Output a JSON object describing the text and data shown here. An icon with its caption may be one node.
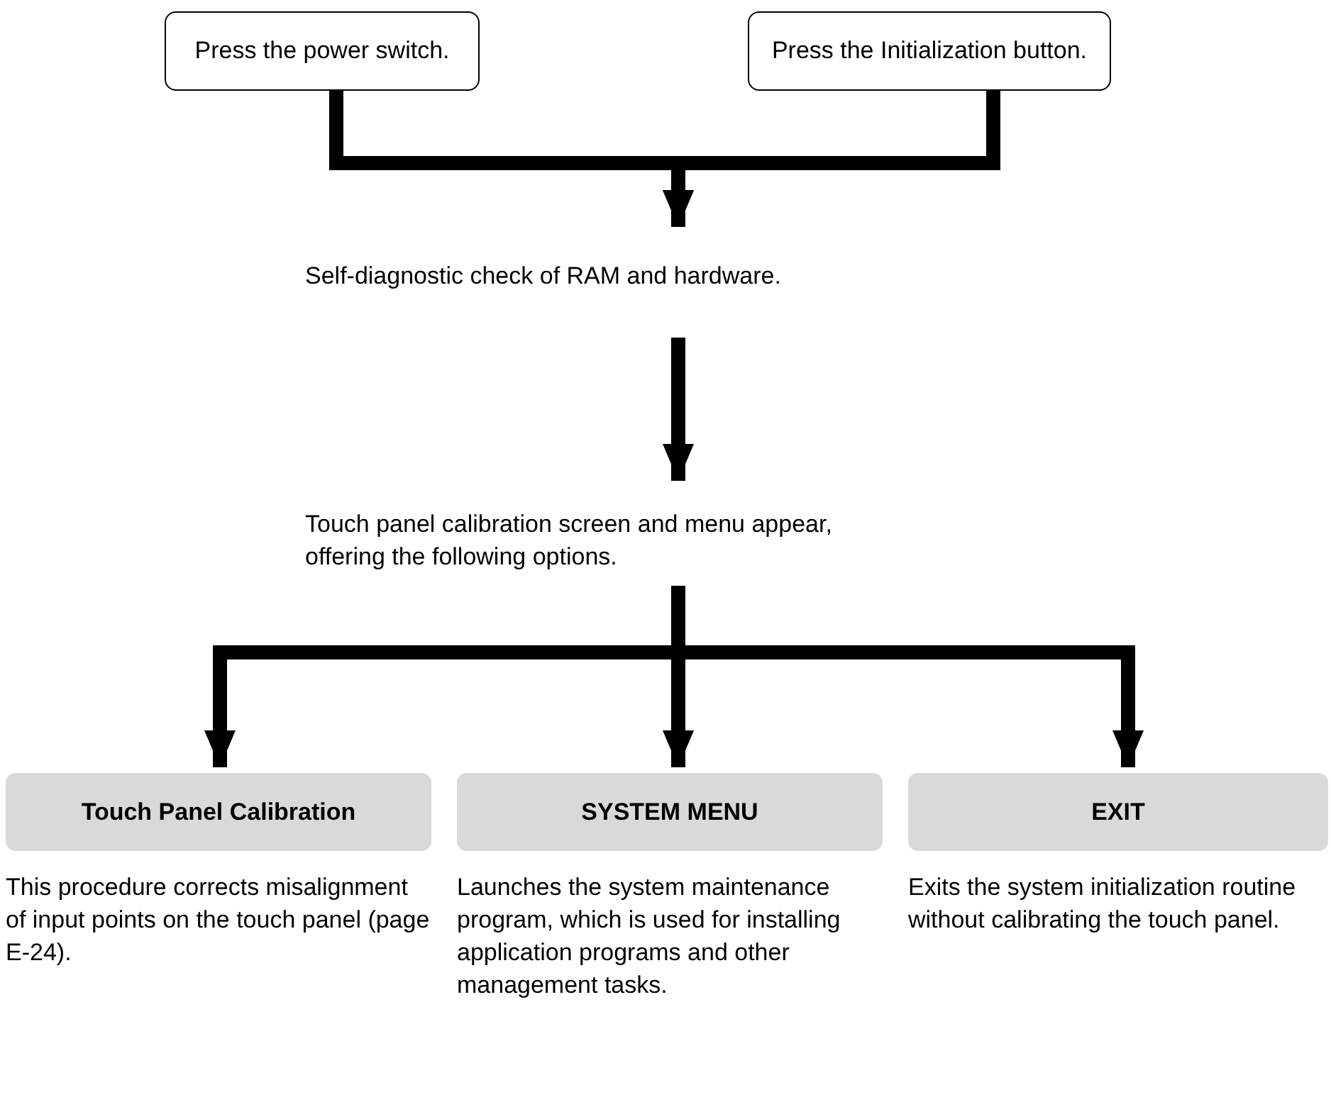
{
  "diagram": {
    "nodes": [
      {
        "text": [
          "Press the power switch."
        ]
      },
      {
        "text": [
          "Press the Initialization button."
        ]
      },
      {
        "text": [
          "Self-diagnostic check of RAM and hardware."
        ]
      },
      {
        "text": [
          "Touch panel calibration screen and menu appear, offering the following options."
        ]
      },
      {
        "text": [
          "Touch Panel Calibration"
        ],
        "beside": [
          "This procedure corrects misalignment of input points on the touch panel (page E-24)."
        ]
      },
      {
        "text": [
          "SYSTEM MENU"
        ],
        "beside": [
          "Launches the system maintenance program, which is used for installing application programs and other management tasks."
        ]
      },
      {
        "text": [
          "EXIT"
        ],
        "beside": [
          "Exits the system initialization routine without calibrating the touch panel."
        ]
      }
    ],
    "edges": [
      {
        "from": 0,
        "to": 2,
        "arrow": "to"
      },
      {
        "from": 1,
        "to": 2,
        "arrow": "to"
      },
      {
        "from": 2,
        "to": 3,
        "arrow": "to"
      },
      {
        "from": 3,
        "to": 4,
        "arrow": "to"
      },
      {
        "from": 3,
        "to": 5,
        "arrow": "to"
      },
      {
        "from": 3,
        "to": 6,
        "arrow": "to"
      }
    ]
  }
}
